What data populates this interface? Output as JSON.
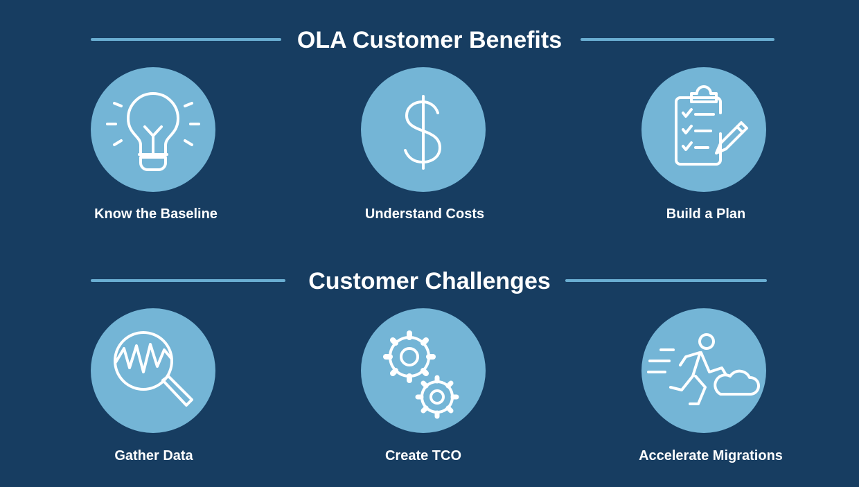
{
  "benefits": {
    "title": "OLA Customer Benefits",
    "items": [
      {
        "label": "Know the Baseline",
        "icon": "lightbulb-icon"
      },
      {
        "label": "Understand Costs",
        "icon": "dollar-sign-icon"
      },
      {
        "label": "Build a Plan",
        "icon": "clipboard-checklist-icon"
      }
    ]
  },
  "challenges": {
    "title": "Customer Challenges",
    "items": [
      {
        "label": "Gather Data",
        "icon": "magnifier-chart-icon"
      },
      {
        "label": "Create TCO",
        "icon": "gears-icon"
      },
      {
        "label": "Accelerate Migrations",
        "icon": "running-person-cloud-icon"
      }
    ]
  },
  "colors": {
    "background": "#173d61",
    "circle": "#74b5d6",
    "rule": "#6aaed2",
    "text": "#ffffff"
  }
}
